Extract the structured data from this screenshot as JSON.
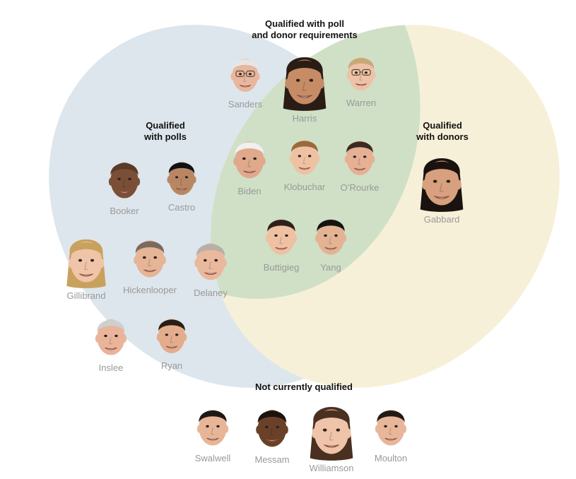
{
  "groups": {
    "both": "Qualified with poll\nand donor requirements",
    "polls": "Qualified\nwith polls",
    "donors": "Qualified\nwith donors",
    "none": "Not currently qualified"
  },
  "colors": {
    "polls_fill": "#dde6ec",
    "donors_fill": "#f7f0d8",
    "overlap_fill": "#cfe0c6",
    "name_text": "#999999",
    "label_text": "#121212"
  },
  "candidates": [
    {
      "name": "Sanders",
      "group": "both",
      "hair": "#e6e6e6",
      "skin": "#e8b79e",
      "glasses": true
    },
    {
      "name": "Harris",
      "group": "both",
      "hair": "#2a1c15",
      "skin": "#c58c66",
      "longhair": true
    },
    {
      "name": "Warren",
      "group": "both",
      "hair": "#c9a878",
      "skin": "#eec2a6",
      "glasses": true
    },
    {
      "name": "Biden",
      "group": "both",
      "hair": "#f0f0f0",
      "skin": "#e0a98c"
    },
    {
      "name": "Klobuchar",
      "group": "both",
      "hair": "#9a6a3a",
      "skin": "#efc1a3"
    },
    {
      "name": "O’Rourke",
      "group": "both",
      "hair": "#3b2a22",
      "skin": "#e6b095"
    },
    {
      "name": "Buttigieg",
      "group": "both",
      "hair": "#2e2119",
      "skin": "#efc0a2"
    },
    {
      "name": "Yang",
      "group": "both",
      "hair": "#141414",
      "skin": "#e3b393"
    },
    {
      "name": "Booker",
      "group": "polls",
      "hair": "#5a3a28",
      "skin": "#7a4f36"
    },
    {
      "name": "Castro",
      "group": "polls",
      "hair": "#111111",
      "skin": "#b98664"
    },
    {
      "name": "Gillibrand",
      "group": "polls",
      "hair": "#c9a15e",
      "skin": "#f0c4a8",
      "longhair": true
    },
    {
      "name": "Hickenlooper",
      "group": "polls",
      "hair": "#7a6a5e",
      "skin": "#e6b496"
    },
    {
      "name": "Delaney",
      "group": "polls",
      "hair": "#b8b0a8",
      "skin": "#eab89c"
    },
    {
      "name": "Inslee",
      "group": "polls",
      "hair": "#cfcfcf",
      "skin": "#e9b49a"
    },
    {
      "name": "Ryan",
      "group": "polls",
      "hair": "#2b1d15",
      "skin": "#e3ad8d"
    },
    {
      "name": "Gabbard",
      "group": "donors",
      "hair": "#1a120e",
      "skin": "#d7a07e",
      "longhair": true
    },
    {
      "name": "Swalwell",
      "group": "none",
      "hair": "#1f1914",
      "skin": "#e7b597"
    },
    {
      "name": "Messam",
      "group": "none",
      "hair": "#1c120d",
      "skin": "#6a4128"
    },
    {
      "name": "Williamson",
      "group": "none",
      "hair": "#4a3020",
      "skin": "#efc4a8",
      "longhair": true
    },
    {
      "name": "Moulton",
      "group": "none",
      "hair": "#241a14",
      "skin": "#e8b699"
    }
  ]
}
